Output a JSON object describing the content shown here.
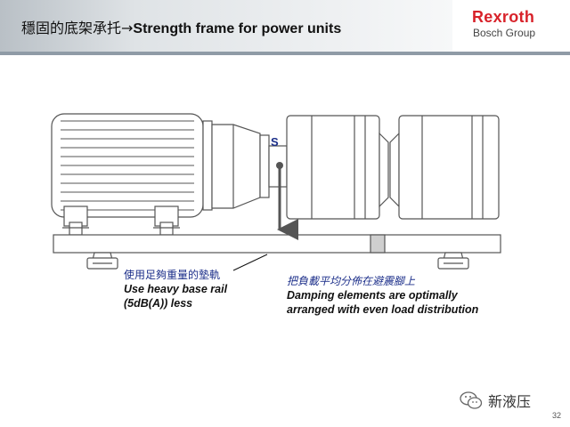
{
  "header": {
    "title_cjk": "穩固的底架承托",
    "title_arrow": "→",
    "title_en": "Strength frame for power units",
    "logo": "Rexroth",
    "logo_sub": "Bosch Group"
  },
  "diagram": {
    "force_label": "S",
    "left_note": {
      "cjk": "使用足夠重量的墊軌",
      "line1": "Use heavy base rail",
      "line2": "(5dB(A))  less"
    },
    "right_note": {
      "cjk": "把負載平均分佈在避震腳上",
      "line1": "Damping elements are optimally",
      "line2": "arranged with even load distribution"
    }
  },
  "footer": {
    "brand": "新液压",
    "page": "32"
  }
}
